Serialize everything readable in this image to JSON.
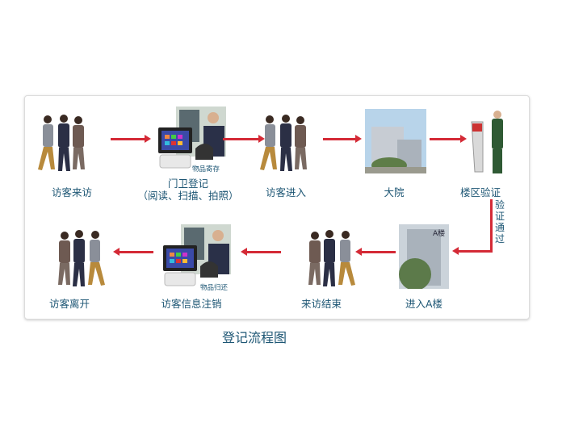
{
  "steps_top": [
    {
      "label": "访客来访"
    },
    {
      "label": "门卫登记",
      "sub": "（阅读、扫描、拍照）",
      "note": "物品寄存"
    },
    {
      "label": "访客进入"
    },
    {
      "label": "大院"
    },
    {
      "label": "楼区验证"
    }
  ],
  "connector_label": "验证通过",
  "steps_bottom": [
    {
      "label": "进入A楼",
      "sign": "A楼"
    },
    {
      "label": "来访结束"
    },
    {
      "label": "访客信息注销",
      "note": "物品归还"
    },
    {
      "label": "访客离开"
    }
  ],
  "title": "登记流程图",
  "colors": {
    "text": "#1d5674",
    "arrow": "#d42a36"
  }
}
